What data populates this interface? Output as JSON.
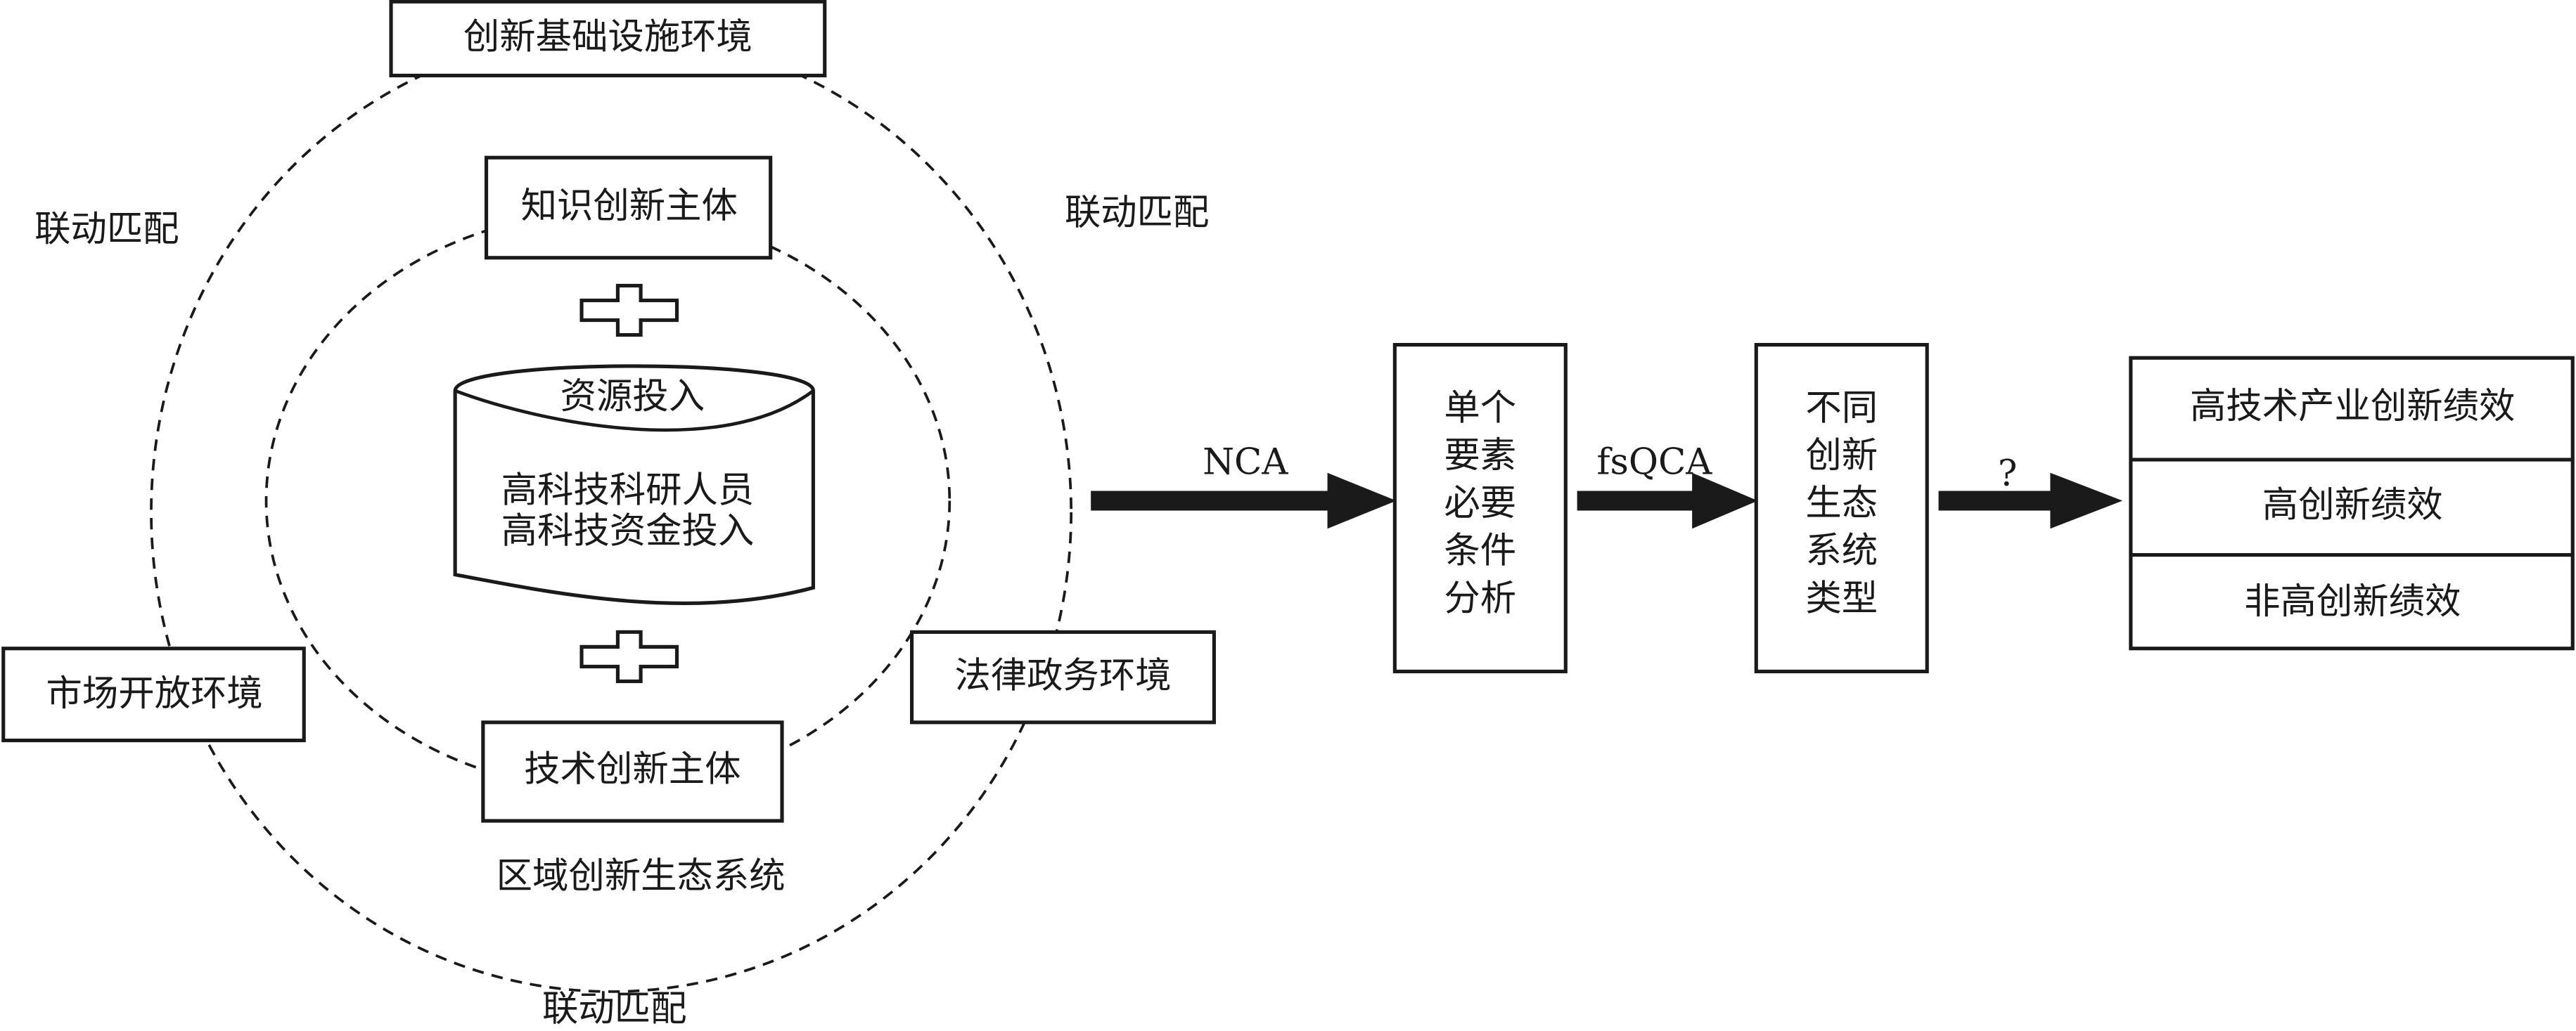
{
  "ecosystem": {
    "infrastructure_env": "创新基础设施环境",
    "market_env": "市场开放环境",
    "legal_env": "法律政务环境",
    "linkage_left": "联动匹配",
    "linkage_right": "联动匹配",
    "linkage_bottom": "联动匹配",
    "knowledge_subject": "知识创新主体",
    "tech_subject": "技术创新主体",
    "resource_title": "资源投入",
    "resource_line1": "高科技科研人员",
    "resource_line2": "高科技资金投入",
    "system_label": "区域创新生态系统"
  },
  "flow": {
    "arrow1_label": "NCA",
    "analysis_box": [
      "单个",
      "要素",
      "必要",
      "条件",
      "分析"
    ],
    "arrow2_label": "fsQCA",
    "types_box": [
      "不同",
      "创新",
      "生态",
      "系统",
      "类型"
    ],
    "arrow3_label": "?",
    "outcomes": [
      "高技术产业创新绩效",
      "高创新绩效",
      "非高创新绩效"
    ]
  },
  "colors": {
    "stroke": "#1a1a1a",
    "background": "#ffffff"
  }
}
